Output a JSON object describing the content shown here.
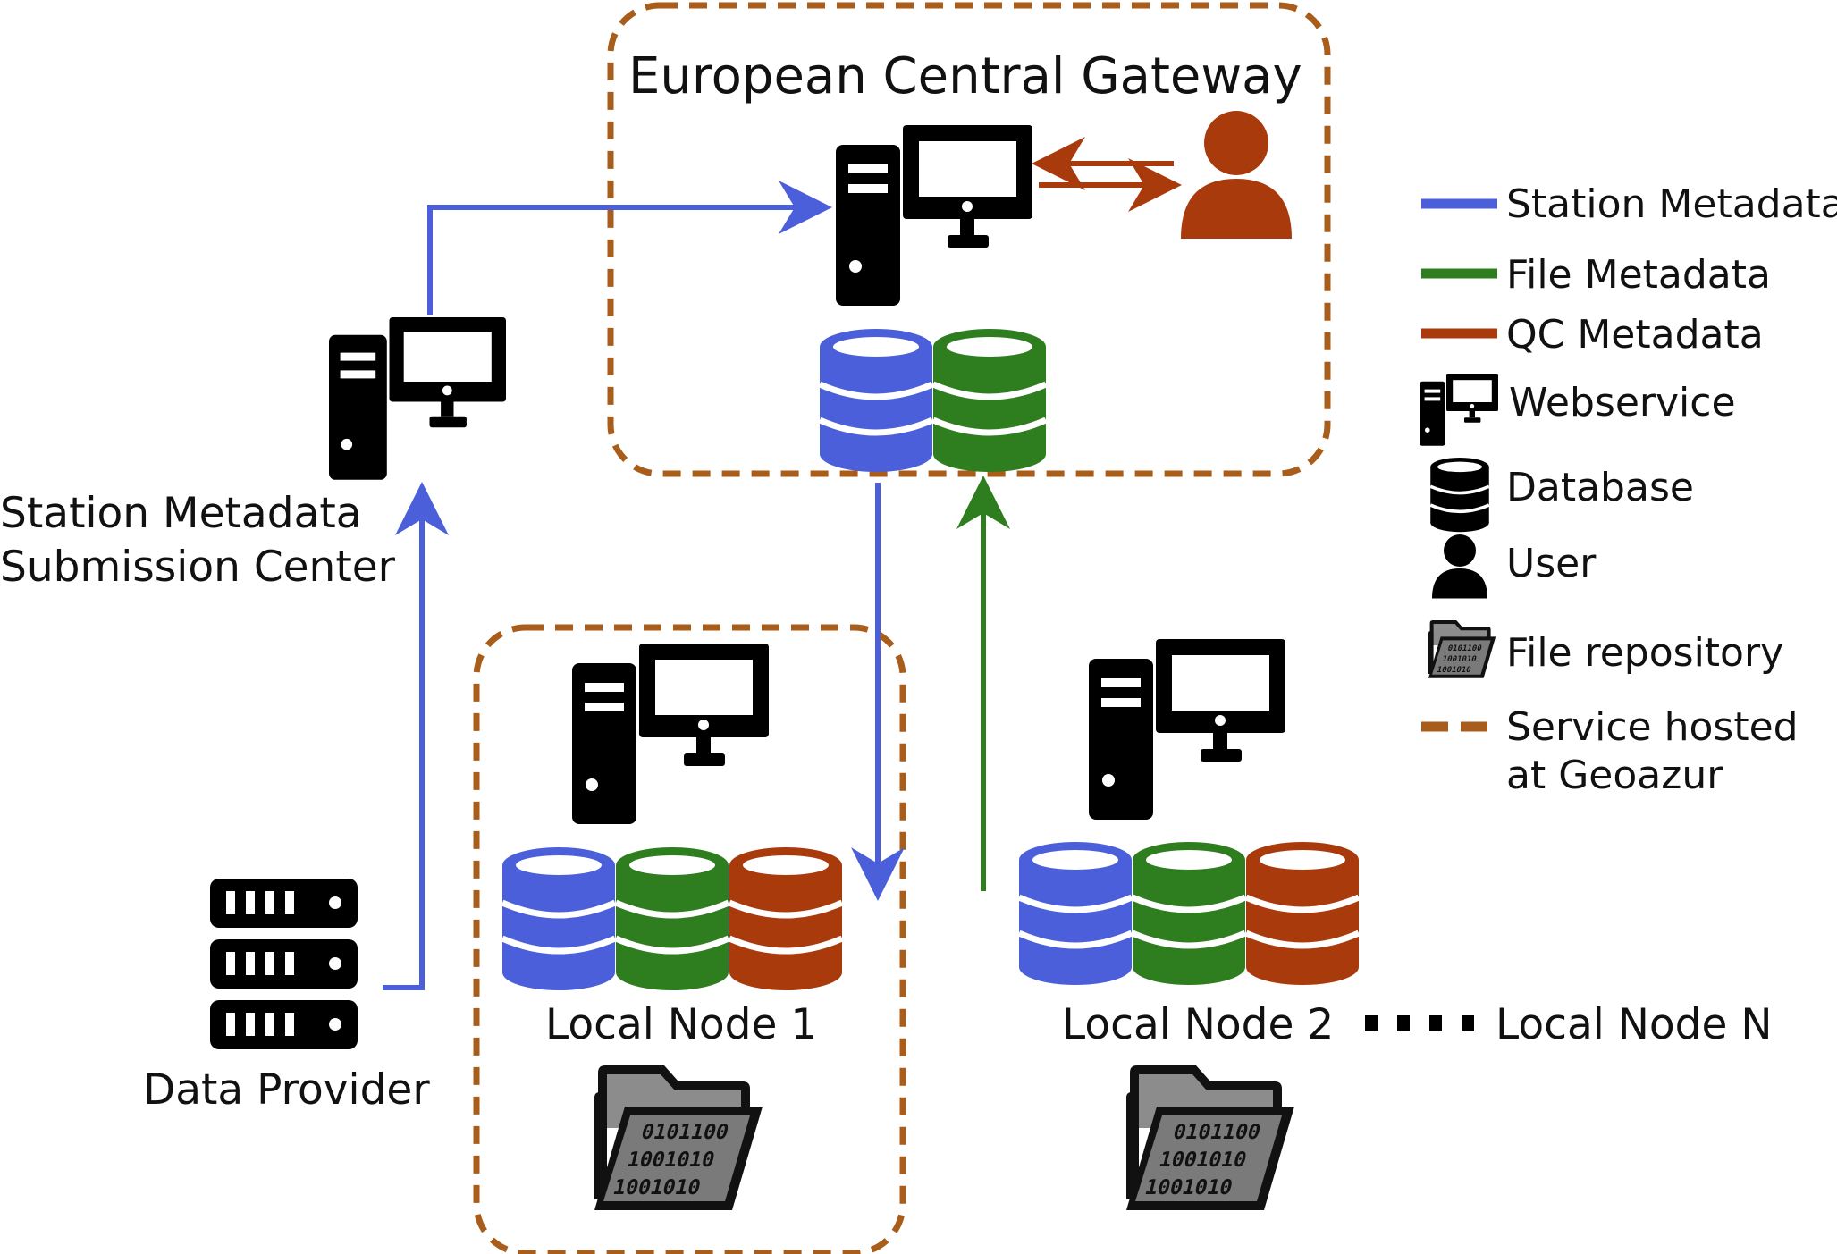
{
  "colors": {
    "station": "#4a5fd9",
    "file": "#2e7d1f",
    "qc": "#a83a0c",
    "hosted": "#a85d1a",
    "icon": "#000000",
    "folder": "#7a7a7a"
  },
  "gateway": {
    "title": "European Central Gateway"
  },
  "submission": {
    "line1": "Station Metadata",
    "line2": "Submission Center"
  },
  "provider": {
    "label": "Data Provider"
  },
  "node1": {
    "label": "Local Node 1"
  },
  "node2": {
    "label": "Local Node 2"
  },
  "nodeN": {
    "label": "Local Node N"
  },
  "repo_binary": [
    "0101100",
    "1001010",
    "1001010"
  ],
  "legend": {
    "station": "Station Metadata",
    "file": "File Metadata",
    "qc": "QC Metadata",
    "webservice": "Webservice",
    "database": "Database",
    "user": "User",
    "repo": "File repository",
    "hosted_line1": "Service hosted",
    "hosted_line2": "at Geoazur"
  }
}
